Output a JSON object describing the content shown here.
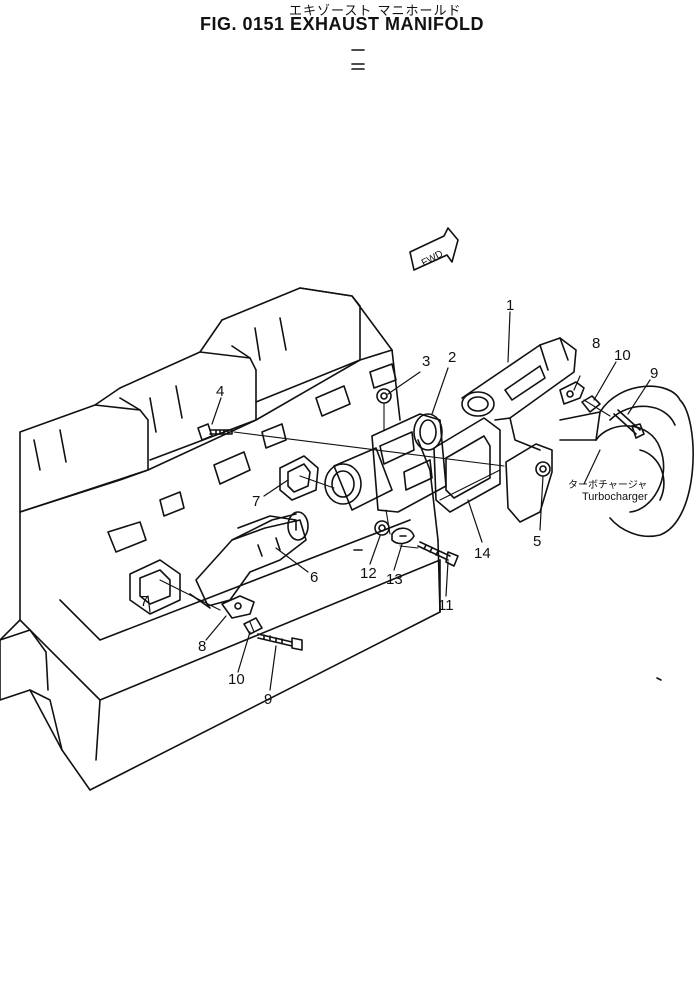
{
  "header": {
    "title_japanese": "エキゾースト マニホールド",
    "title": "FIG. 0151  EXHAUST MANIFOLD"
  },
  "diagram": {
    "fwd_marker": "FWD",
    "turbocharger_label_japanese": "ターボチャージャ",
    "turbocharger_label": "Turbocharger",
    "callouts": {
      "c1": "1",
      "c2": "2",
      "c3": "3",
      "c4": "4",
      "c5": "5",
      "c6": "6",
      "c7a": "7",
      "c7b": "7",
      "c8a": "8",
      "c8b": "8",
      "c9a": "9",
      "c9b": "9",
      "c10a": "10",
      "c10b": "10",
      "c11": "11",
      "c12": "12",
      "c13": "13",
      "c14": "14"
    }
  }
}
